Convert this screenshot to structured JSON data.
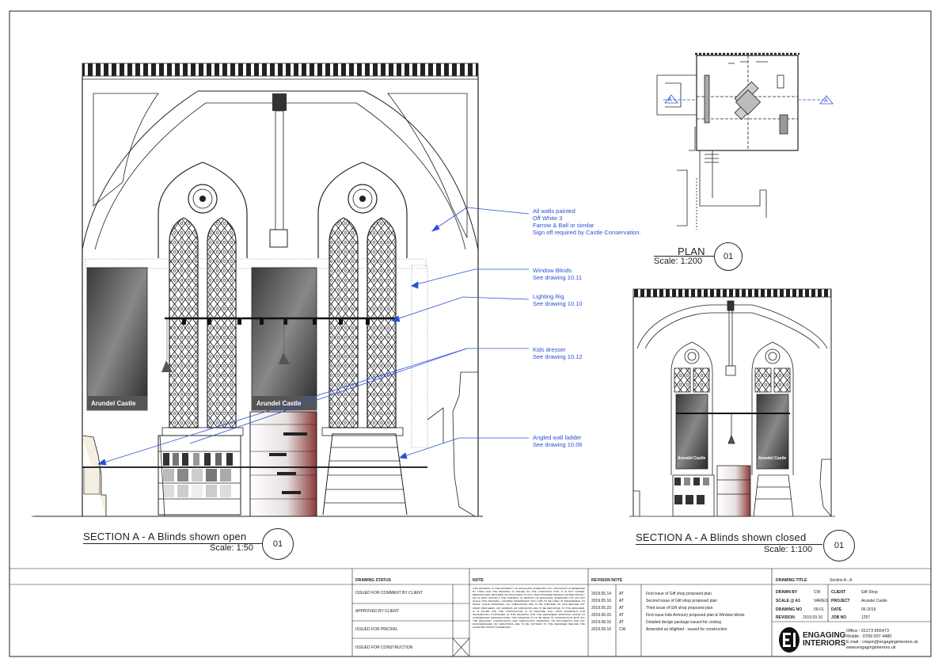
{
  "annotations": {
    "walls": [
      "All walls painted",
      "Off White 3",
      "Farrow & Ball or similar",
      "Sign off required by Castle Conservation."
    ],
    "blinds": [
      "Window Blinds",
      "See drawing 10.11"
    ],
    "lighting": [
      "Lighting Rig",
      "See drawing 10.10"
    ],
    "dresser": [
      "Kids dresser",
      "See drawing 10.12"
    ],
    "ladder": [
      "Angled wall ladder",
      "See drawing 10.06"
    ]
  },
  "banners": {
    "left": "Arundel Castle",
    "right": "Arundel Castle",
    "small_left": "Arundel Castle",
    "small_right": "Arundel Castle"
  },
  "section_open": {
    "title": "SECTION  A - A Blinds shown open",
    "scale": "Scale: 1:50",
    "number": "01"
  },
  "section_closed": {
    "title": "SECTION  A - A Blinds shown closed",
    "scale": "Scale: 1:100",
    "number": "01"
  },
  "plan": {
    "title": "PLAN",
    "scale": "Scale: 1:200",
    "number": "01",
    "marker": "A"
  },
  "title_block": {
    "status_header": "DRAWING STATUS",
    "status_rows": [
      "ISSUED FOR COMMENT BY CLIENT",
      "APPROVED BY CLIENT",
      "ISSUED FOR PRICING",
      "ISSUED FOR CONSTRUCTION"
    ],
    "note_header": "NOTE",
    "note_text": "THIS DRAWING IS THE PROPERTY OF ENGAGING INTERIORS LTD. COPYRIGHT IS RESERVED BY THEM AND THE DRAWING IS ISSUED ON THE CONDITION THAT IT IS NOT COPIED, REPRODUCED, RETAINED OR DISCLOSED TO ANY UNAUTHORISED PERSON, EITHER WHOLLY OR IN PART WITHOUT THE CONSENT IN WRITING OF ENGAGING INTERIORS LTD. DO NOT SCALE THIS DRAWING. FIGURED DIMENSIONS ONLY ARE TO BE USED IN PREFERENCE TO SMALL SCALE DRAWINGS. ALL DIMENSIONS ARE TO BE CHECKED ON SITE BEFORE ANY WORK PROCEEDS. ANY ERRORS OR OMISSIONS ARE TO BE REPORTED TO THE DESIGNER. IF IN DOUBT ASK THE CONTRACTOR IS TO PROVIDE FULL SHOP DRAWINGS FOR INFORMATION CONTAINED IN THIS DRAWING FOR THE DESIGNERS APPROVAL PRIOR TO COMMENCING MANUFACTURE. THIS DRAWING IS TO BE READ IN CONJUNCTION WITH ALL THE RELEVANT CONSULTANTS AND SPECIALISTS DRAWINGS OR DOCUMENTS AND ANY DISCREPANCIES OR VARIATIONS ARE TO BE NOTIFIED TO THE DESIGNER BEFORE THE AFFECTED WORK COMMENCES.",
    "revision_header": "REVISION NOTE",
    "revisions": [
      {
        "date": "2019.05.14",
        "by": "AT",
        "note": "First issue of Gift shop proposed plan"
      },
      {
        "date": "2019.05.16",
        "by": "AT",
        "note": "Second issue of Gift shop proposed plan"
      },
      {
        "date": "2019.05.23",
        "by": "AT",
        "note": "Third issue of Gift shop proposed plan"
      },
      {
        "date": "2019.06.03",
        "by": "AT",
        "note": "First issue kids Armoury proposed plan & Window blinds"
      },
      {
        "date": "2019.08.16",
        "by": "AT",
        "note": "Detailed design package issued for costing"
      },
      {
        "date": "2019.09.16",
        "by": "CW",
        "note": "Amended as hilighted - issued for construction"
      }
    ],
    "drawing_title_label": "DRAWING TITLE",
    "drawing_title": "Section A - A",
    "fields": {
      "drawn_by_label": "DRAWN BY",
      "drawn_by": "CW",
      "scale_label": "SCALE @ A3",
      "scale": "VARIES",
      "drawing_no_label": "DRAWING NO",
      "drawing_no": "09-01",
      "revision_label": "REVISION",
      "revision": "2019.09.16",
      "client_label": "CLIENT",
      "client": "Gift Shop",
      "project_label": "PROJECT",
      "project": "Arundel Castle",
      "date_label": "DATE",
      "date": "05-2019",
      "job_no_label": "JOB NO",
      "job_no": "1257"
    },
    "brand": {
      "line1": "ENGAGING",
      "line2": "INTERIORS"
    },
    "contact": [
      "Office : 01273 855473",
      "Mobile : 0799 007 4480",
      "E.mail : crispin@engaginginteriors.uk",
      "www.engaginginteriors.uk"
    ]
  }
}
